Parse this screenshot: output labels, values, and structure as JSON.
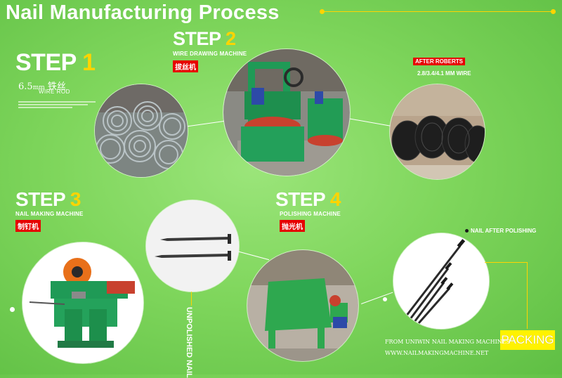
{
  "title": "Nail Manufacturing Process",
  "step_word": "STEP",
  "steps": [
    {
      "num": "1",
      "sub_size": "6.5",
      "sub_unit": "mm",
      "sub_cn": "铁丝",
      "sub_en": "WIRE ROD"
    },
    {
      "num": "2",
      "machine": "WIRE DRAWING MACHINE",
      "cn": "拔丝机"
    },
    {
      "num": "3",
      "machine": "NAIL MAKING MACHINE",
      "cn": "制钉机"
    },
    {
      "num": "4",
      "machine": "POLISHING MACHINE",
      "cn": "抛光机"
    }
  ],
  "after_roberts": "AFTER ROBERTS",
  "wire_size": "2.8/3.4/4.1 MM WIRE",
  "unpolished": "UNPOLISHED NAIL",
  "nail_after_polishing": "NAIL AFTER POLISHING",
  "packing": "PACKING",
  "from": "FROM UNIWIN NAIL MAKING MACHINES",
  "website": "WWW.NAILMAKINGMACHINE.NET",
  "colors": {
    "accent": "#ffd400",
    "bg": "#7fd65c",
    "cn_badge": "#e60000",
    "machine_green": "#2fa84f"
  }
}
